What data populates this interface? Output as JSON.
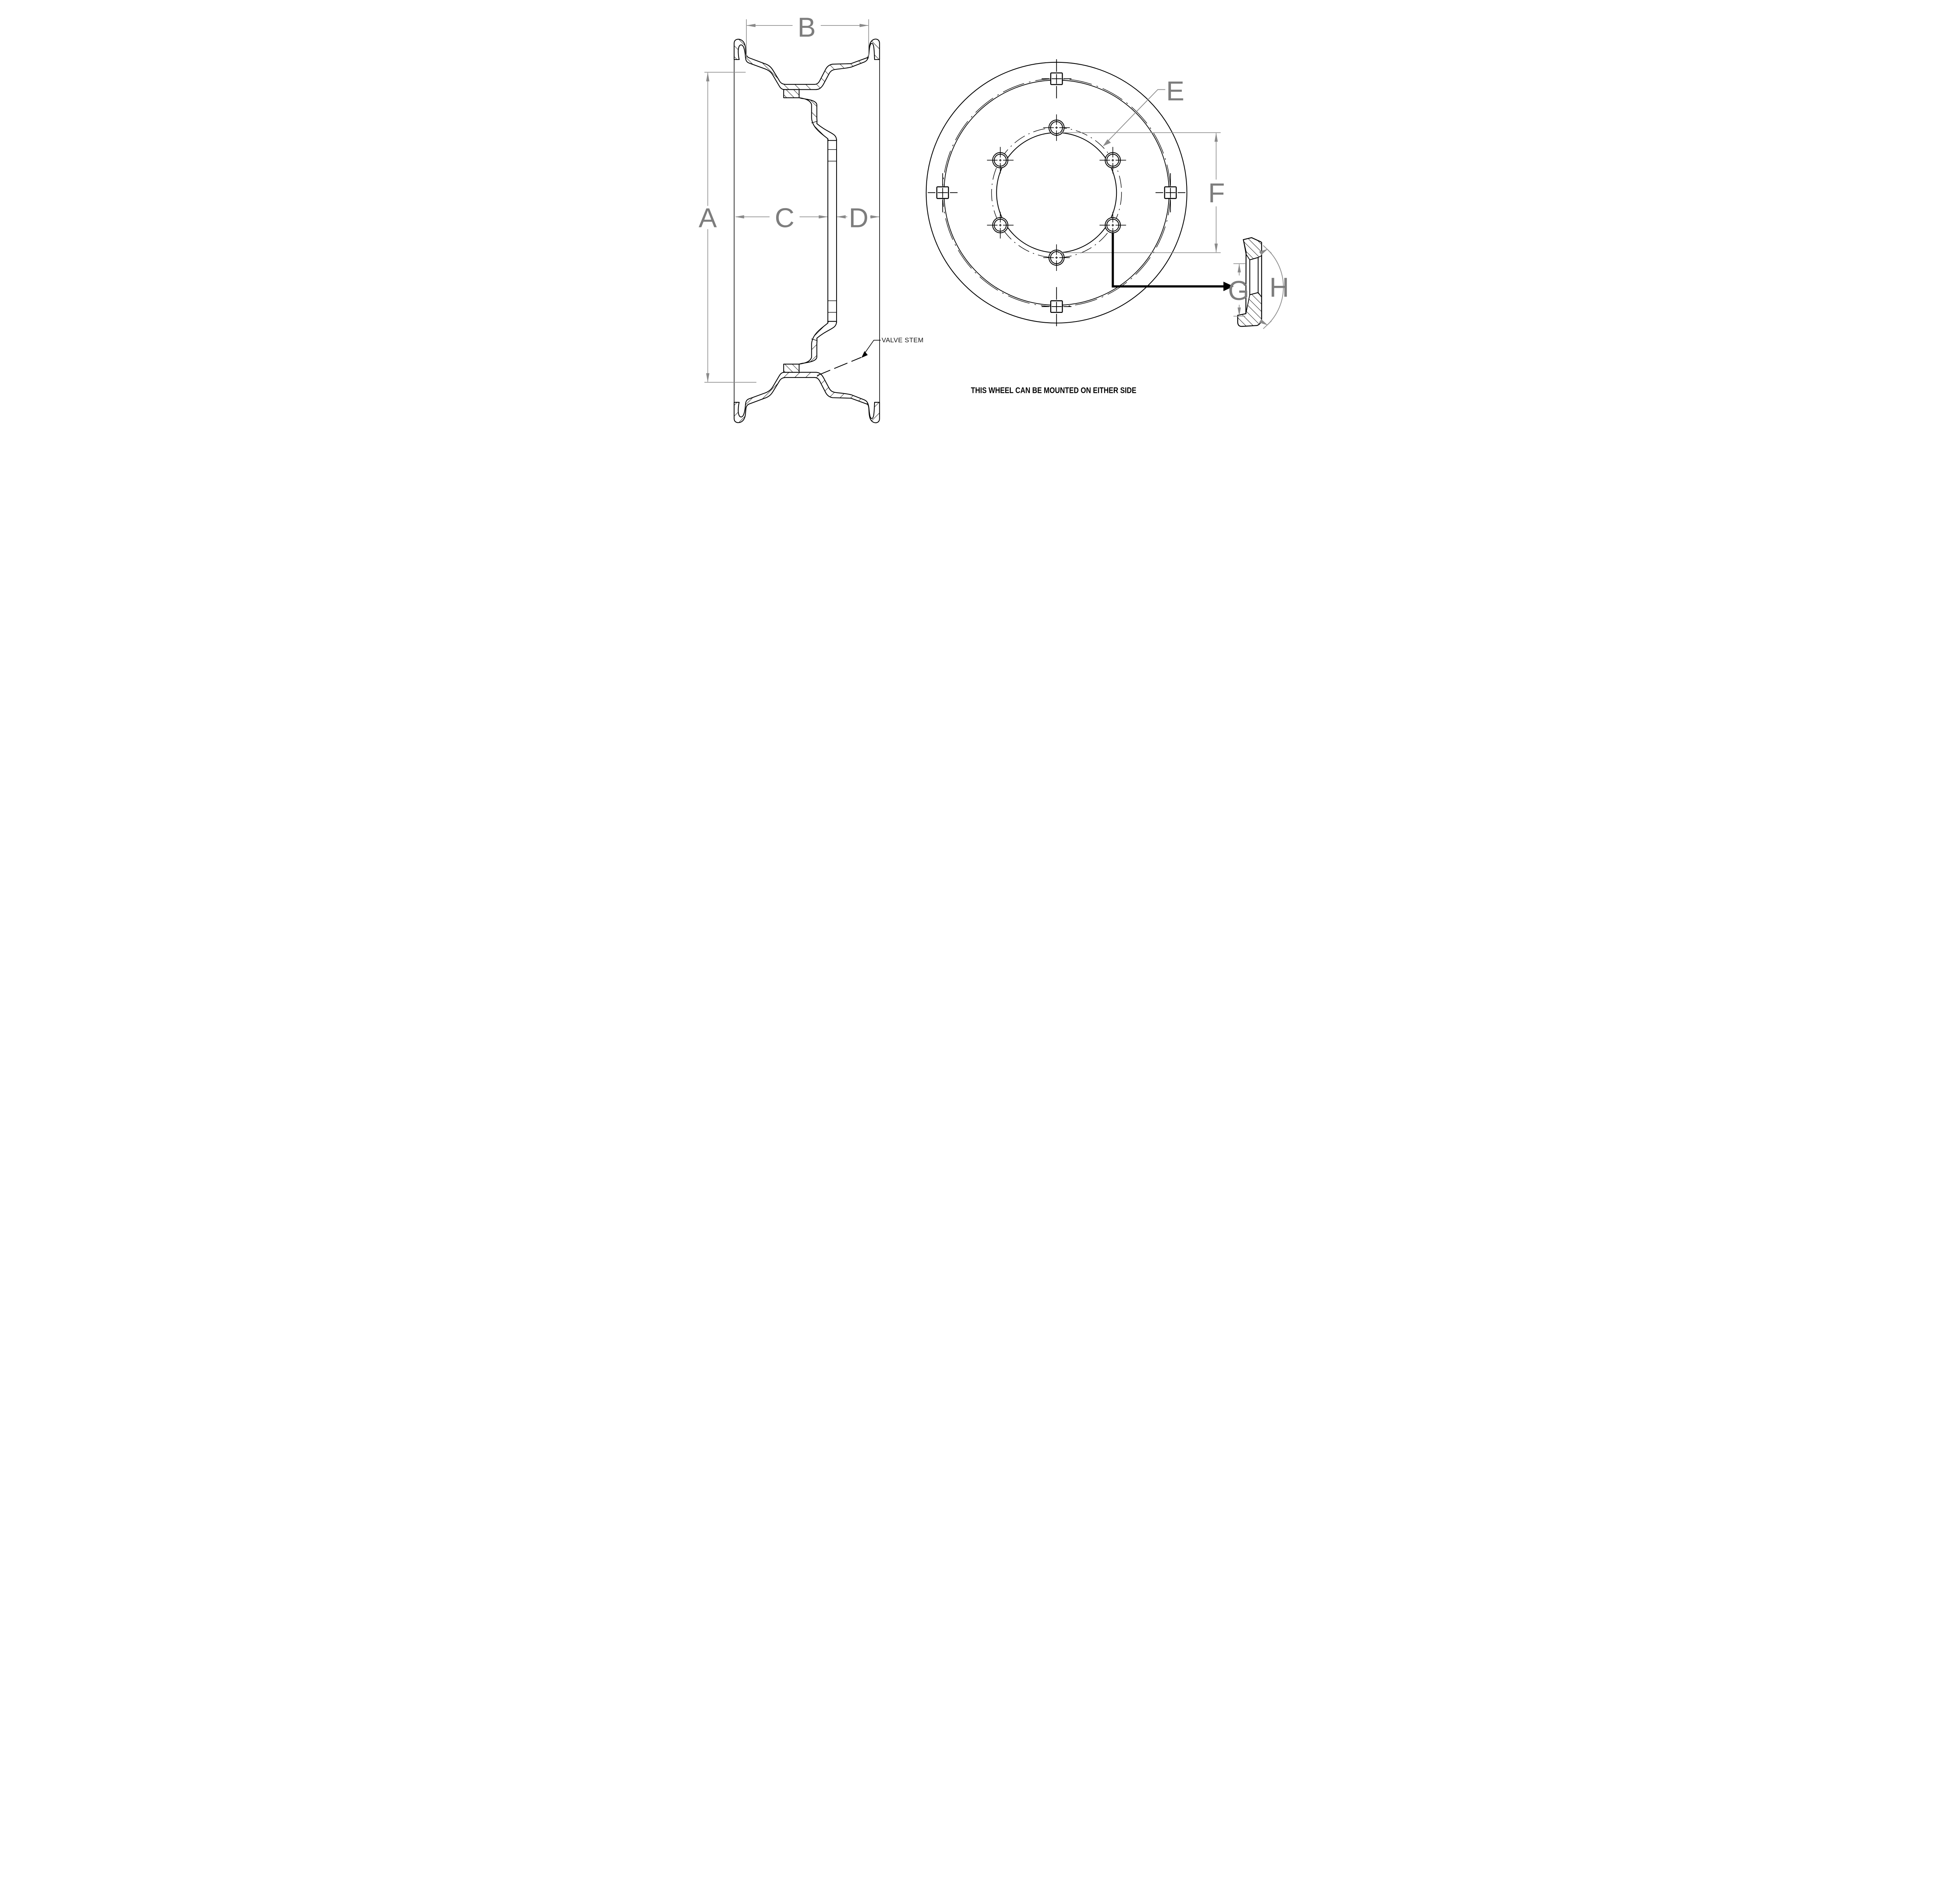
{
  "drawing": {
    "title": "wheel rim dimension drawing",
    "labels": {
      "a": "A",
      "b": "B",
      "c": "C",
      "d": "D",
      "e": "E",
      "f": "F",
      "g": "G",
      "h": "H"
    },
    "valve_stem_label": "VALVE STEM",
    "note": "THIS WHEEL CAN BE MOUNTED ON EITHER SIDE",
    "colors": {
      "line": "#000000",
      "dimension": "#7d7d7d",
      "note_text": "#000000",
      "callout_text": "#111111"
    }
  }
}
